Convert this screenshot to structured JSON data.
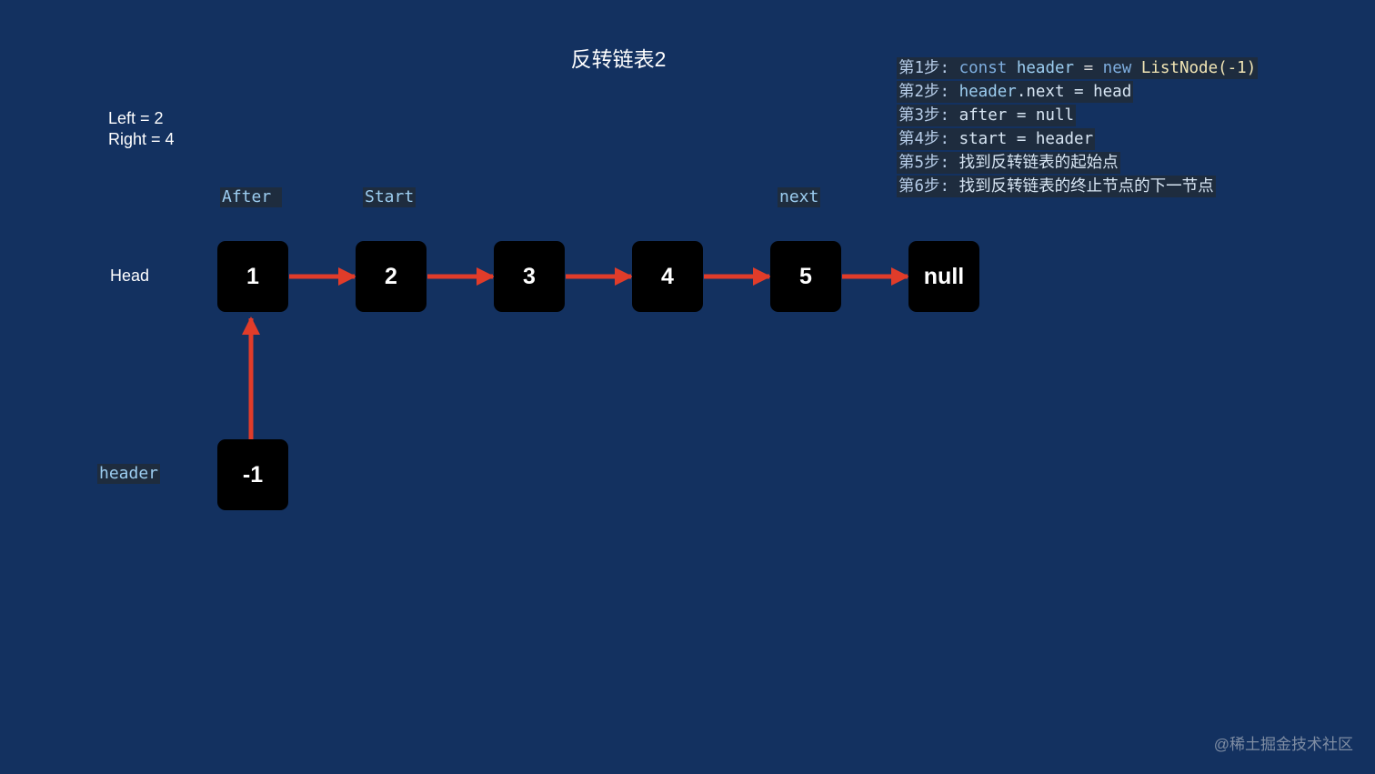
{
  "title": "反转链表2",
  "params": {
    "left": "Left = 2",
    "right": "Right = 4"
  },
  "labels": {
    "after": "After",
    "start": "Start",
    "next": "next",
    "head": "Head",
    "header": "header"
  },
  "nodes": [
    "1",
    "2",
    "3",
    "4",
    "5",
    "null"
  ],
  "dummy_node": "-1",
  "steps": [
    {
      "prefix": "第1步: ",
      "tokens": [
        {
          "t": "const",
          "k": "kw"
        },
        {
          "t": " ",
          "k": "op"
        },
        {
          "t": "header",
          "k": "var"
        },
        {
          "t": " = ",
          "k": "op"
        },
        {
          "t": "new",
          "k": "kw"
        },
        {
          "t": " ",
          "k": "op"
        },
        {
          "t": "ListNode(-1)",
          "k": "cls"
        }
      ]
    },
    {
      "prefix": "第2步: ",
      "tokens": [
        {
          "t": "header",
          "k": "var"
        },
        {
          "t": ".next = head",
          "k": "plain"
        }
      ]
    },
    {
      "prefix": "第3步: ",
      "tokens": [
        {
          "t": "after = null",
          "k": "plain"
        }
      ]
    },
    {
      "prefix": "第4步: ",
      "tokens": [
        {
          "t": "start = header",
          "k": "plain"
        }
      ]
    },
    {
      "prefix": "第5步: ",
      "tokens": [
        {
          "t": "找到反转链表的起始点",
          "k": "cn"
        }
      ]
    },
    {
      "prefix": "第6步: ",
      "tokens": [
        {
          "t": "找到反转链表的终止节点的下一节点",
          "k": "cn"
        }
      ]
    }
  ],
  "watermark": "@稀土掘金技术社区",
  "colors": {
    "background": "#133160",
    "node": "#000000",
    "arrow": "#e03c2a",
    "code_label": "#9ccdf0"
  }
}
